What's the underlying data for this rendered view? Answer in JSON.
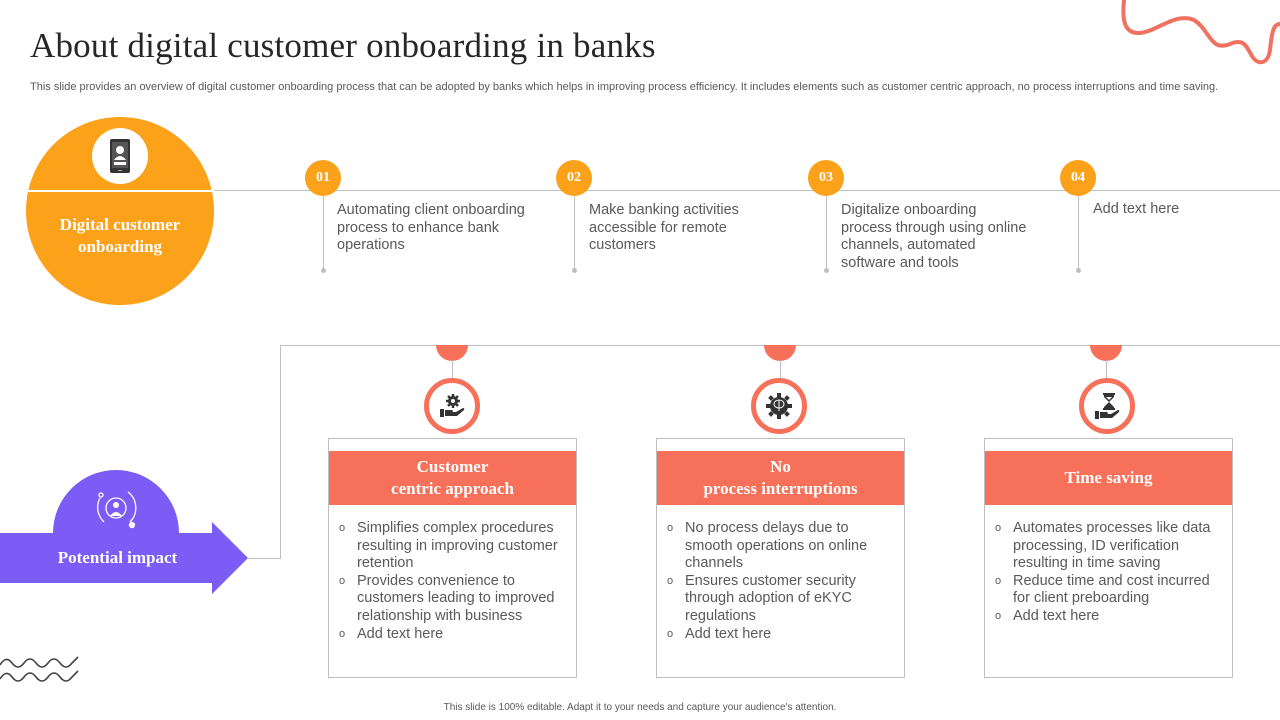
{
  "slide": {
    "title": "About digital customer onboarding in banks",
    "subtitle": "This slide provides an overview of digital customer onboarding process that can be adopted by banks which helps in improving process efficiency. It includes elements such as customer centric approach, no process interruptions and time saving.",
    "footer": "This slide is 100% editable. Adapt it to your needs and capture your audience's attention."
  },
  "colors": {
    "orange": "#fba11a",
    "coral": "#f7705a",
    "purple": "#7b5cf5",
    "text_gray": "#595959",
    "line_gray": "#bfbfbf"
  },
  "hub": {
    "label": "Digital customer onboarding",
    "icon": "mobile-user-login-icon"
  },
  "steps": [
    {
      "number": "01",
      "text": "Automating client onboarding process to enhance bank operations"
    },
    {
      "number": "02",
      "text": "Make banking activities accessible for remote customers"
    },
    {
      "number": "03",
      "text": "Digitalize onboarding process through using online channels, automated software and tools"
    },
    {
      "number": "04",
      "text": "Add text here"
    }
  ],
  "impact": {
    "label": "Potential impact",
    "icon": "person-cycle-icon"
  },
  "cards": [
    {
      "title_line1": "Customer",
      "title_line2": "centric approach",
      "icon": "hand-gear-icon",
      "bullets": [
        "Simplifies complex procedures resulting in improving customer retention",
        "Provides convenience to customers leading to improved relationship with business",
        "Add text here"
      ]
    },
    {
      "title_line1": "No",
      "title_line2": "process interruptions",
      "icon": "brain-gear-icon",
      "bullets": [
        "No process delays due to smooth operations on online channels",
        "Ensures customer security through adoption of eKYC regulations",
        "Add text here"
      ]
    },
    {
      "title_line1": "Time saving",
      "title_line2": "",
      "icon": "hand-hourglass-icon",
      "bullets": [
        "Automates processes like data processing, ID verification resulting in time saving",
        "Reduce time and cost incurred for client preboarding",
        "Add text here"
      ]
    }
  ]
}
